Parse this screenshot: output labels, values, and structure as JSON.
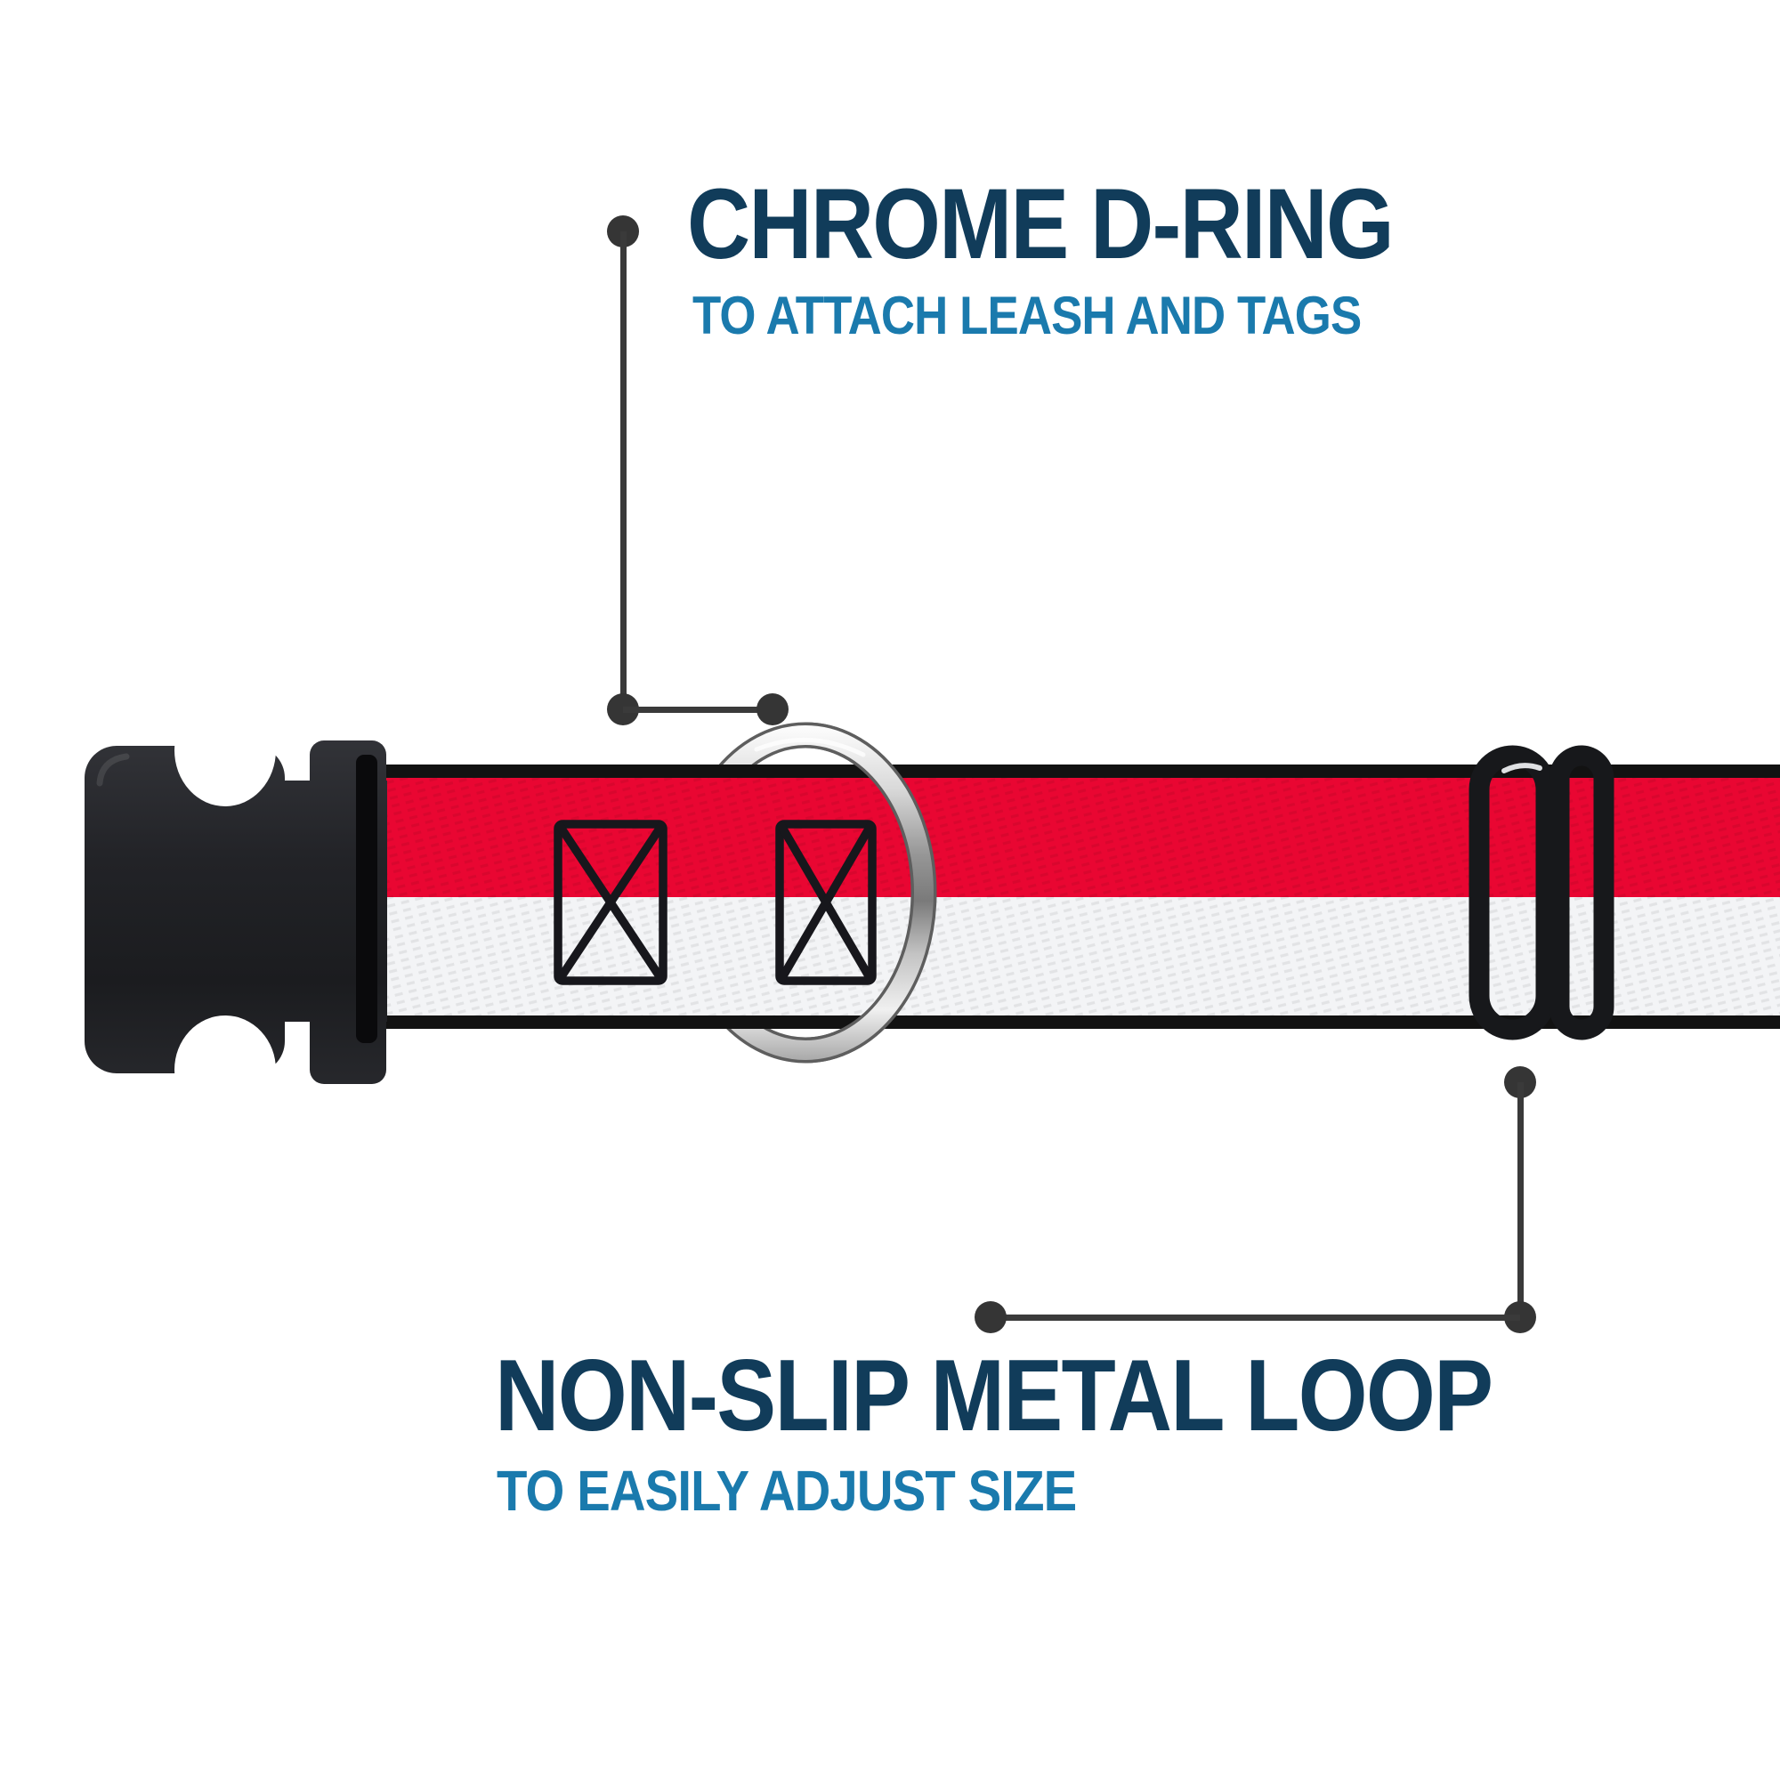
{
  "annotations": {
    "top": {
      "title": "CHROME D-RING",
      "subtitle": "TO ATTACH LEASH AND TAGS"
    },
    "bottom": {
      "title": "NON-SLIP METAL LOOP",
      "subtitle": "TO EASILY ADJUST SIZE"
    }
  },
  "colors": {
    "background": "#ffffff",
    "title_navy": "#113c5a",
    "subtitle_blue": "#1a7aad",
    "strap_red": "#e90632",
    "strap_white": "#f3f4f6",
    "strap_edge_black": "#121212",
    "buckle_black": "#1d1e21",
    "loop_black": "#17181b",
    "chrome_light": "#f5f5f5",
    "chrome_dark": "#6f6f6f",
    "callout_gray": "#3a3a3a"
  }
}
